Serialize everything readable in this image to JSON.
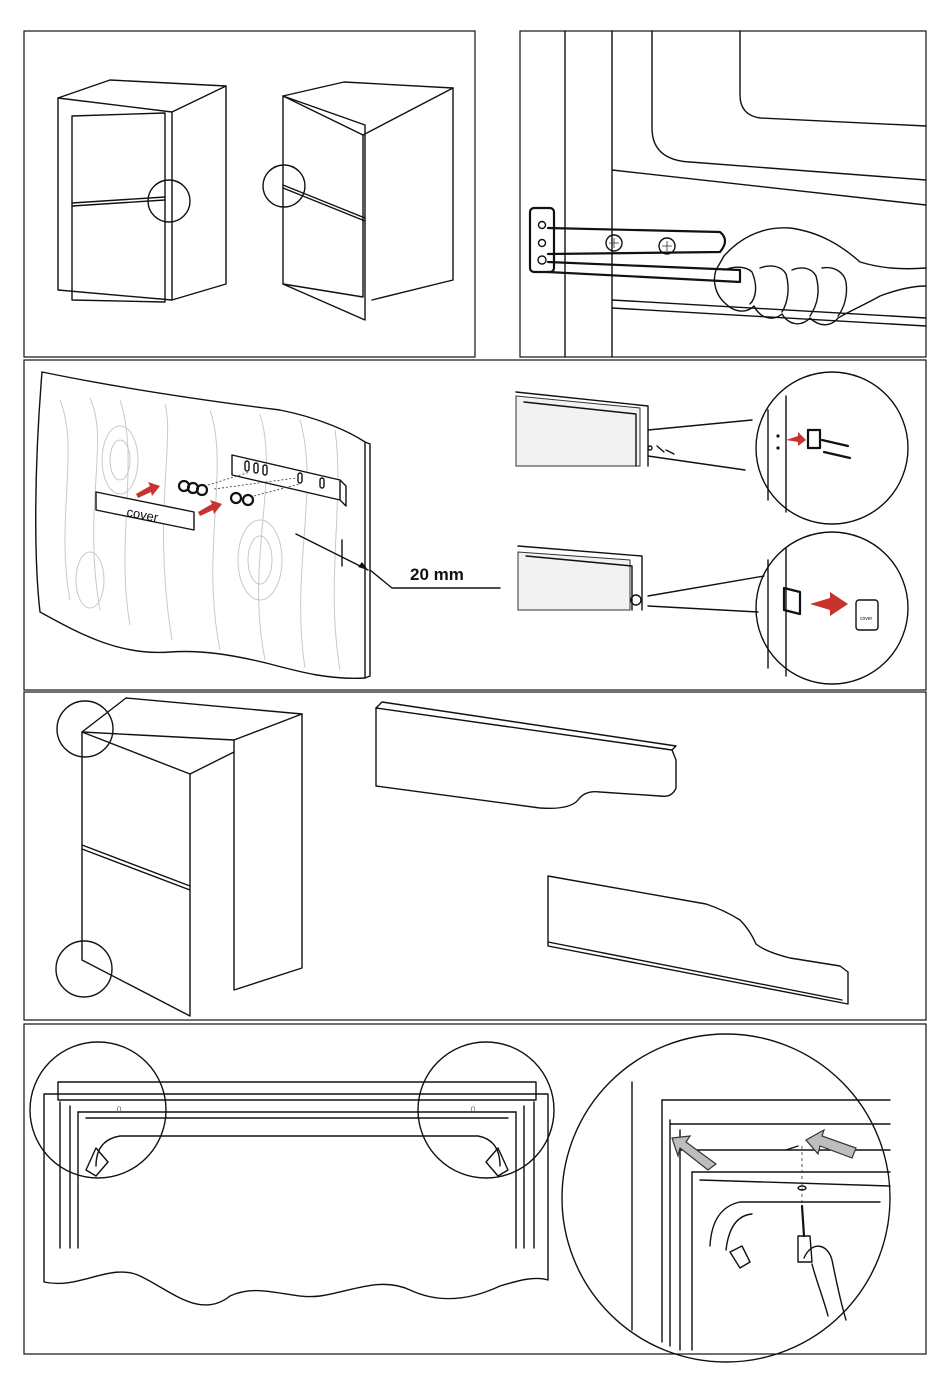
{
  "panel_2": {
    "cover_label": "cover",
    "dimension_label": "20 mm",
    "detail_cover_label": "cover"
  },
  "icons": [
    "circle-callout",
    "screw",
    "bracket",
    "hand",
    "screwdriver",
    "arrow"
  ],
  "colors": {
    "line": "#111111",
    "accent_arrow": "#c8332e",
    "grey_arrow": "#bdbdbd",
    "grain": "#c9c9c9"
  }
}
